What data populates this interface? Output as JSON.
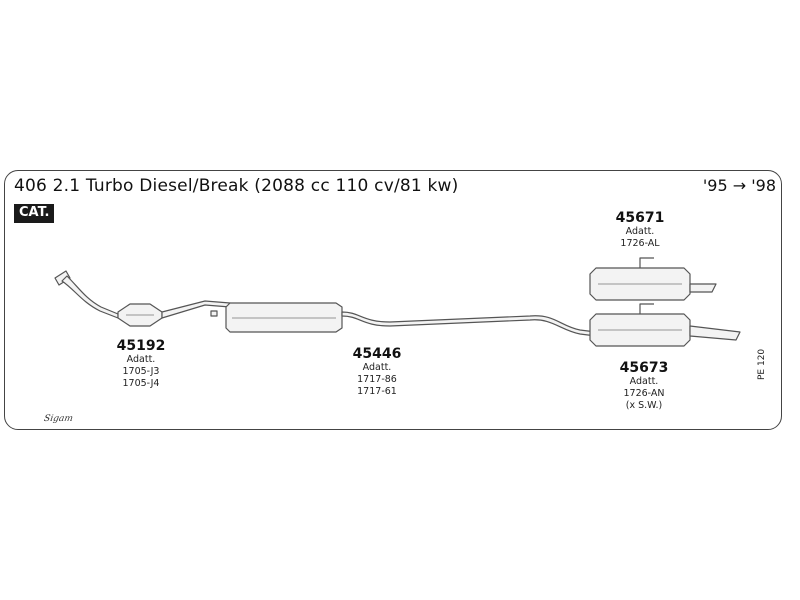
{
  "title": "406 2.1 Turbo Diesel/Break (2088 cc 110 cv/81 kw)",
  "years": "'95 → '98",
  "cat_badge": "CAT.",
  "side_label": "PE 120",
  "logo": "Sigam",
  "parts": [
    {
      "code": "45192",
      "lines": [
        "Adatt.",
        "1705-J3",
        "1705-J4"
      ]
    },
    {
      "code": "45446",
      "lines": [
        "Adatt.",
        "1717-86",
        "1717-61"
      ]
    },
    {
      "code": "45671",
      "lines": [
        "Adatt.",
        "1726-AL"
      ]
    },
    {
      "code": "45673",
      "lines": [
        "Adatt.",
        "1726-AN",
        "(x S.W.)"
      ]
    }
  ],
  "colors": {
    "stroke": "#555555",
    "fill": "#f2f2f2",
    "badge": "#1a1a1a"
  }
}
